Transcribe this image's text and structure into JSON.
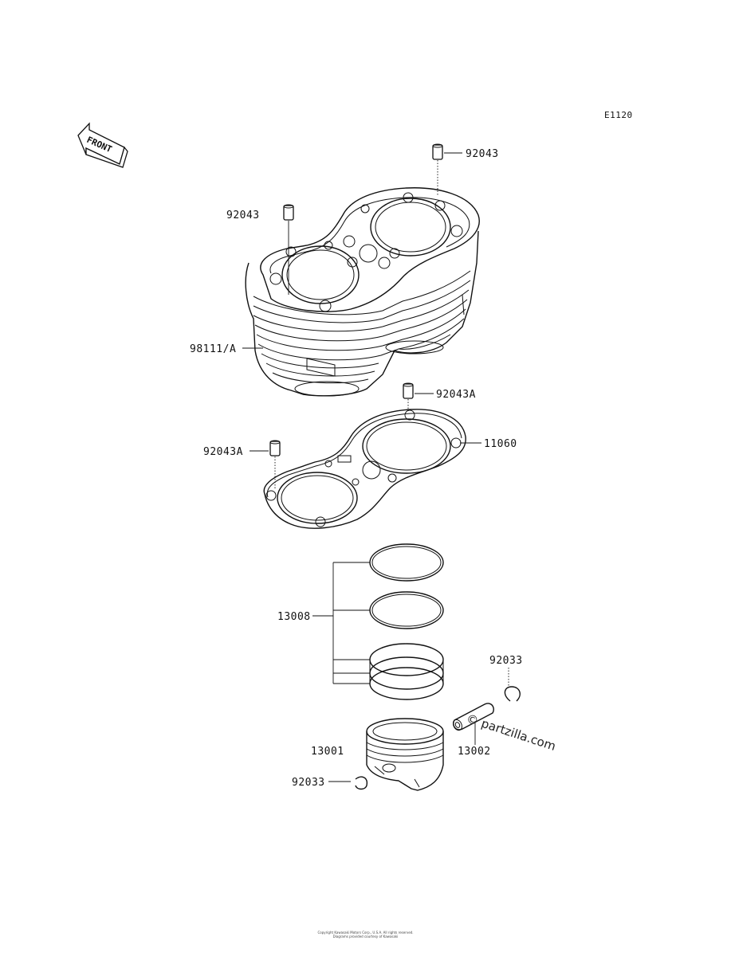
{
  "diagram_code": "E1120",
  "front_label": "FRONT",
  "watermark": "© partzilla.com",
  "footer_line1": "Copyright Kawasaki Motors Corp., U.S.A. All rights reserved.",
  "footer_line2": "Diagrams provided courtesy of Kawasaki",
  "parts": {
    "dowel_top_right": "92043",
    "dowel_top_left": "92043",
    "cylinder": "98111/A",
    "dowel_gasket_right": "92043A",
    "gasket": "11060",
    "dowel_gasket_left": "92043A",
    "ring_set": "13008",
    "circlip_right": "92033",
    "piston": "13001",
    "piston_pin": "13002",
    "circlip_left": "92033"
  }
}
